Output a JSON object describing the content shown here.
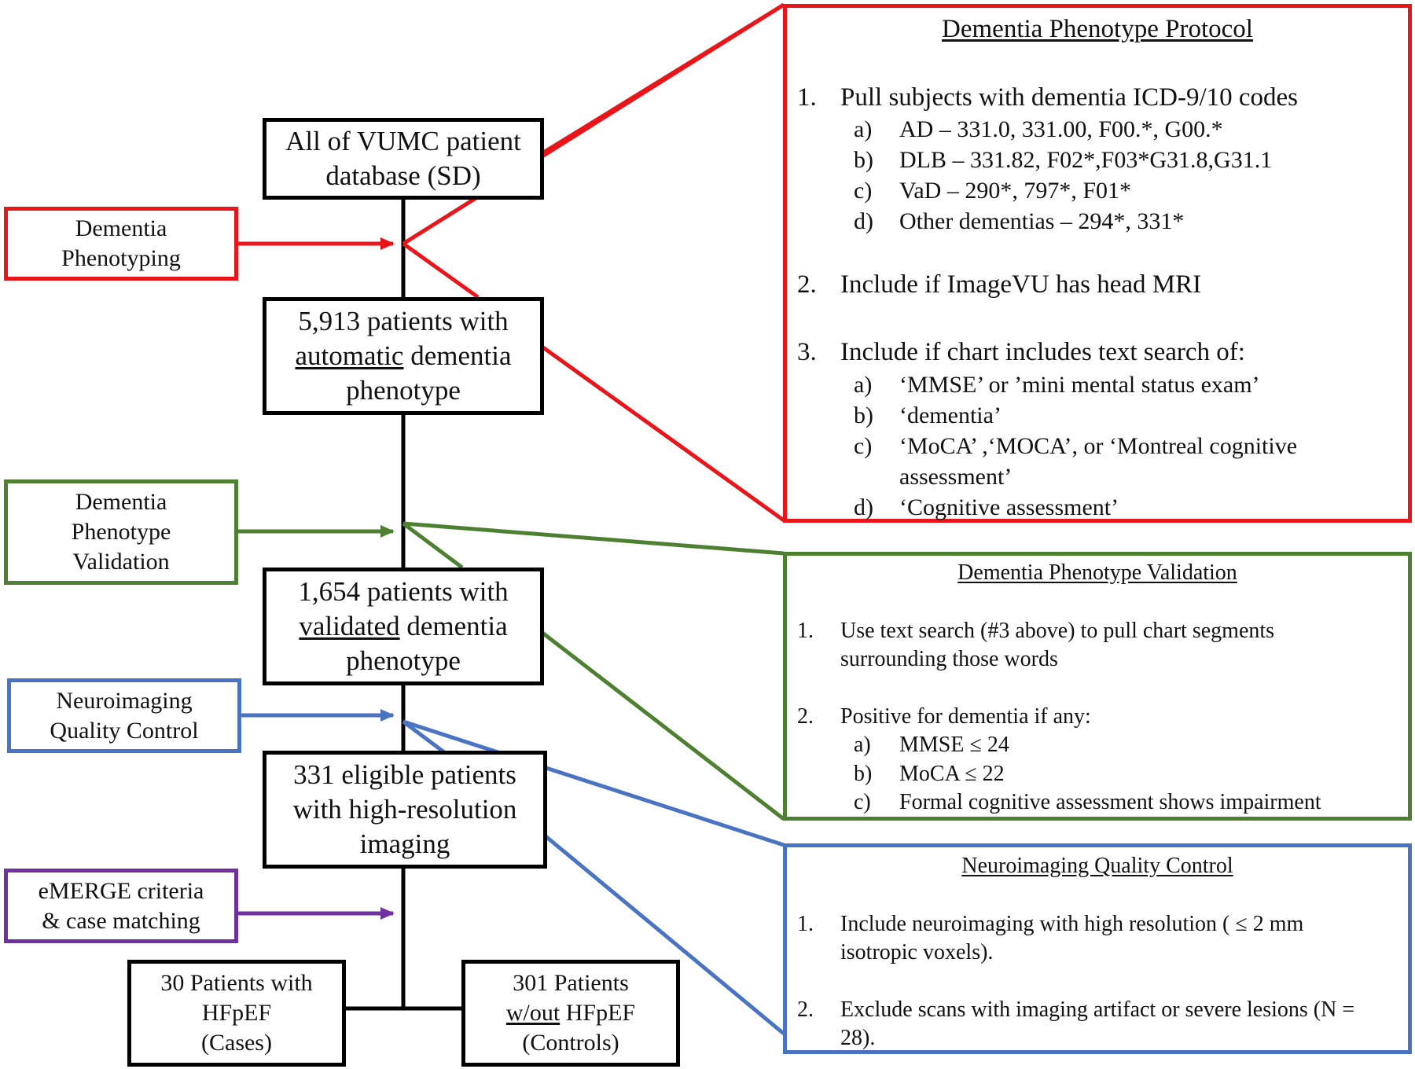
{
  "colors": {
    "red": "#e8161a",
    "green": "#4e8032",
    "blue": "#4a74c2",
    "purple": "#7030a0",
    "black": "#000000"
  },
  "flow": {
    "all_vumc": [
      "All of VUMC patient",
      "database (SD)"
    ],
    "auto": {
      "line1": "5,913 patients with",
      "line2_u": "automatic",
      "line2_rest": " dementia",
      "line3": "phenotype"
    },
    "validated": {
      "line1": "1,654 patients with",
      "line2_u": "validated",
      "line2_rest": " dementia",
      "line3": "phenotype"
    },
    "eligible": [
      "331 eligible patients",
      "with high-resolution",
      "imaging"
    ],
    "cases": [
      "30 Patients with",
      "HFpEF",
      "(Cases)"
    ],
    "controls": {
      "line1": "301 Patients",
      "line2_u": "w/out",
      "line2_rest": " HFpEF",
      "line3": "(Controls)"
    }
  },
  "side": {
    "phenotyping": [
      "Dementia",
      "Phenotyping"
    ],
    "validation": [
      "Dementia",
      "Phenotype",
      "Validation"
    ],
    "qc": [
      "Neuroimaging",
      "Quality Control"
    ],
    "emerge": [
      "eMERGE criteria",
      "& case matching"
    ]
  },
  "protocol": {
    "title": "Dementia Phenotype Protocol",
    "items": [
      {
        "n": "1.",
        "text": "Pull subjects with dementia ICD-9/10 codes"
      },
      {
        "n": "a)",
        "text": "AD – 331.0, 331.00, F00.*, G00.*"
      },
      {
        "n": "b)",
        "text": "DLB – 331.82, F02*,F03*G31.8,G31.1"
      },
      {
        "n": "c)",
        "text": "VaD – 290*, 797*, F01*"
      },
      {
        "n": "d)",
        "text": "Other dementias – 294*, 331*"
      },
      {
        "n": "2.",
        "text": "Include if ImageVU has head MRI"
      },
      {
        "n": "3.",
        "text": "Include if chart includes text search of:"
      },
      {
        "n": "a)",
        "text": "‘MMSE’ or ’mini mental status exam’"
      },
      {
        "n": "b)",
        "text": "‘dementia’"
      },
      {
        "n": "c)",
        "text": "‘MoCA’ ,‘MOCA’, or ‘Montreal cognitive"
      },
      {
        "n": "",
        "text": "assessment’"
      },
      {
        "n": "d)",
        "text": "‘Cognitive assessment’"
      }
    ]
  },
  "validation_panel": {
    "title": "Dementia Phenotype Validation",
    "items": [
      {
        "n": "1.",
        "text": "Use text search (#3 above) to pull chart segments"
      },
      {
        "n": "",
        "text": "surrounding those words"
      },
      {
        "n": "2.",
        "text": "Positive for dementia if any:"
      },
      {
        "n": "a)",
        "text": "MMSE ≤ 24"
      },
      {
        "n": "b)",
        "text": "MoCA ≤ 22"
      },
      {
        "n": "c)",
        "text": "Formal cognitive assessment shows impairment"
      }
    ]
  },
  "qc_panel": {
    "title": "Neuroimaging Quality Control",
    "items": [
      {
        "n": "1.",
        "text": "Include neuroimaging with high resolution ( ≤ 2 mm"
      },
      {
        "n": "",
        "text": "isotropic voxels)."
      },
      {
        "n": "2.",
        "text": "Exclude scans with imaging artifact or severe lesions (N ="
      },
      {
        "n": "",
        "text": "28)."
      }
    ]
  }
}
